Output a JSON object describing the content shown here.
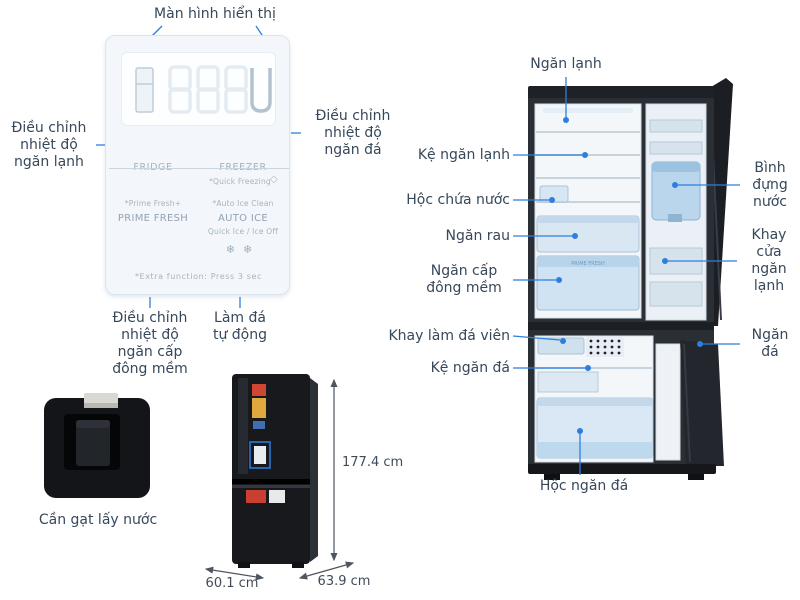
{
  "colors": {
    "callout_line": "#2e7ee0",
    "label_text": "#37485a",
    "panel_bg": "#f3f7fb",
    "fridge_body_dark": "#23262c",
    "interior_blue": "#cfe3f3"
  },
  "display_panel": {
    "title": "Màn hình hiển thị",
    "fridge_label": "FRIDGE",
    "freezer_label": "FREEZER",
    "quick_freezing": "*Quick Freezing",
    "prime_fresh_plus": "*Prime Fresh+",
    "auto_ice_clean": "*Auto Ice Clean",
    "prime_fresh": "PRIME FRESH",
    "auto_ice": "AUTO ICE",
    "quick_ice_off": "Quick Ice / Ice Off",
    "extra_function": "*Extra function: Press 3 sec",
    "icons": {
      "diamond": "◇",
      "snowflake": "❄"
    }
  },
  "panel_callouts": {
    "fridge_temp": "Điều chỉnh\nnhiệt độ\nngăn lạnh",
    "freezer_temp": "Điều chỉnh\nnhiệt độ\nngăn đá",
    "soft_freeze_temp": "Điều chỉnh\nnhiệt độ\nngăn cấp\nđông mềm",
    "auto_ice_making": "Làm đá\ntự động"
  },
  "dispenser": {
    "label": "Cần gạt lấy nước"
  },
  "dimensions": {
    "height": "177.4 cm",
    "width": "60.1 cm",
    "depth": "63.9 cm"
  },
  "fridge_callouts": {
    "cool_compartment": "Ngăn lạnh",
    "cool_shelf": "Kệ ngăn lạnh",
    "water_box": "Hộc chứa nước",
    "vegetable_drawer": "Ngăn rau",
    "soft_freeze_drawer": "Ngăn cấp\nđông mềm",
    "ice_cube_tray": "Khay làm đá viên",
    "freezer_shelf": "Kệ ngăn đá",
    "water_tank": "Bình\nđựng\nnước",
    "cool_door_tray": "Khay\ncửa\nngăn\nlạnh",
    "freezer_compartment": "Ngăn\nđá",
    "freezer_bin": "Hộc ngăn đá"
  },
  "fridge_art": {
    "prime_fresh_drawer_text": "PRIME FRESH"
  }
}
